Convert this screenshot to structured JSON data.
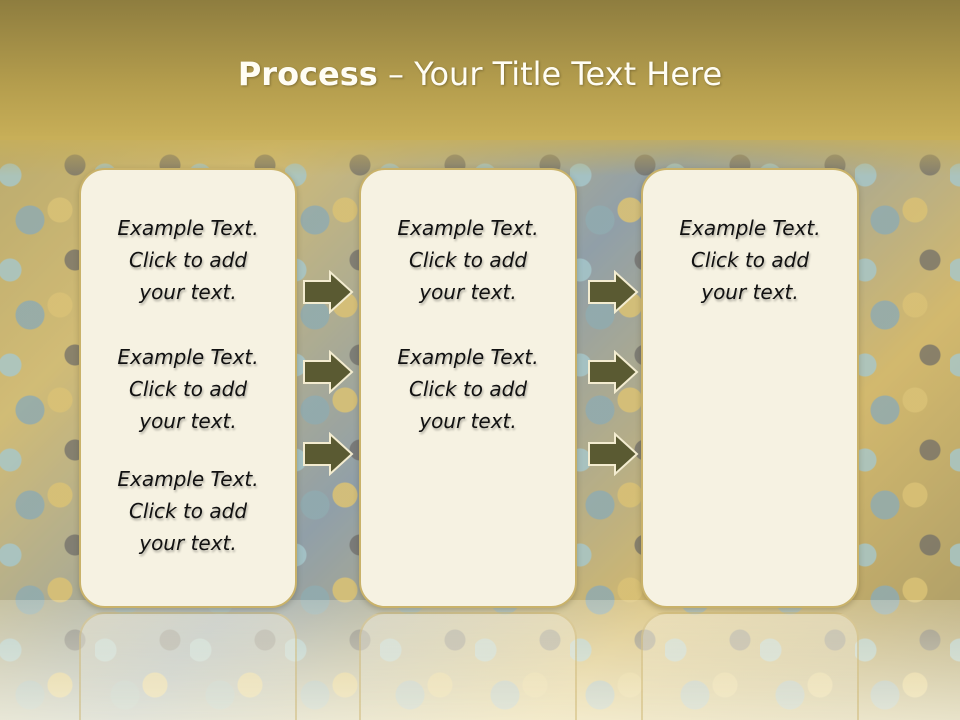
{
  "title": {
    "bold": "Process",
    "rest": "– Your Title Text Here"
  },
  "panels": [
    {
      "blocks": [
        {
          "line1": "Example Text.",
          "line2": "Click  to add",
          "line3": "your text."
        },
        {
          "line1": "Example Text.",
          "line2": "Click  to add",
          "line3": "your text."
        },
        {
          "line1": "Example Text.",
          "line2": "Click  to add",
          "line3": "your text."
        }
      ]
    },
    {
      "blocks": [
        {
          "line1": "Example Text.",
          "line2": "Click  to add",
          "line3": "your text."
        },
        {
          "line1": "Example Text.",
          "line2": "Click  to add",
          "line3": "your text."
        }
      ]
    },
    {
      "blocks": [
        {
          "line1": "Example Text.",
          "line2": "Click  to add",
          "line3": "your text."
        }
      ]
    }
  ],
  "arrow_icon": "right-arrow-icon",
  "colors": {
    "title_band": "#b49d4d",
    "panel_fill": "#f6f2e2",
    "panel_border": "#c9b26a",
    "arrow_fill": "#5a5a32"
  }
}
